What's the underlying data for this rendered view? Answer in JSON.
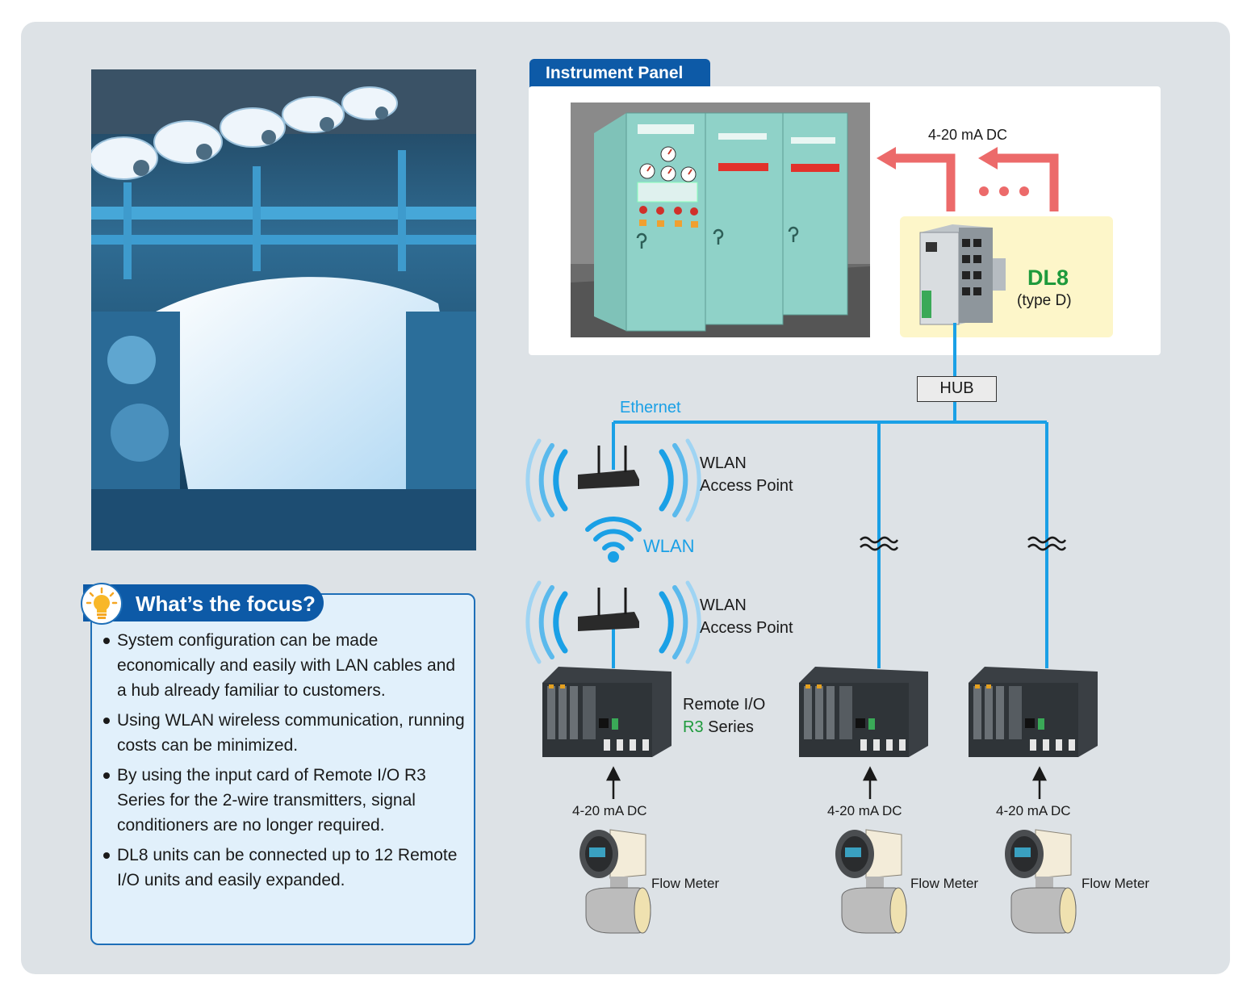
{
  "focus": {
    "title": "What’s the focus?",
    "bullets": [
      "System configuration can be made economically and easily with LAN cables and a hub already familiar to customers.",
      "Using WLAN wireless communication, running costs can be minimized.",
      "By using the input card of Remote I/O R3 Series for the 2-wire transmitters, signal conditioners are no longer required.",
      "DL8 units can be connected up to 12 Remote I/O units and easily expanded."
    ]
  },
  "instrument_panel": {
    "title": "Instrument Panel",
    "signal_label": "4-20 mA DC"
  },
  "dl8": {
    "name": "DL8",
    "type": "(type D)"
  },
  "network": {
    "hub_label": "HUB",
    "ethernet_label": "Ethernet",
    "wlan_label": "WLAN",
    "access_point_1": {
      "line1": "WLAN",
      "line2": "Access Point"
    },
    "access_point_2": {
      "line1": "WLAN",
      "line2": "Access Point"
    }
  },
  "remote_io": {
    "line1": "Remote I/O",
    "series_prefix": "R3",
    "series_suffix": " Series"
  },
  "field": {
    "signal_labels": [
      "4-20 mA DC",
      "4-20 mA DC",
      "4-20 mA DC"
    ],
    "flow_meter_labels": [
      "Flow Meter",
      "Flow Meter",
      "Flow Meter"
    ]
  },
  "colors": {
    "accent_blue": "#0d5aa7",
    "network_cyan": "#1aa0e6",
    "signal_red": "#ec6a6a",
    "dl8_green": "#1e9a3c",
    "cabinet": "#8fcdc4"
  }
}
